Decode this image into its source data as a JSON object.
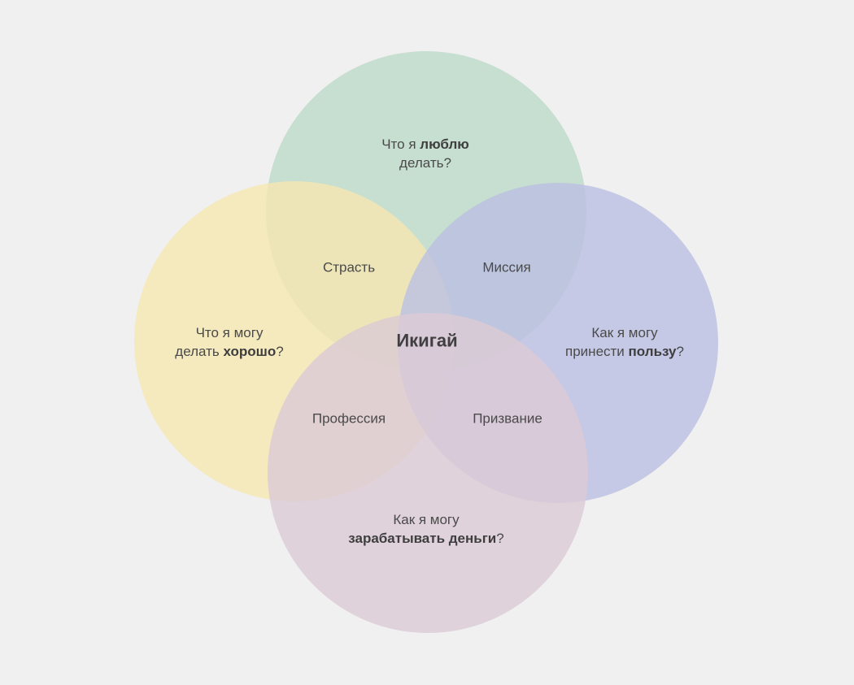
{
  "circles": {
    "love": {
      "color": "#bcdbc8"
    },
    "good": {
      "color": "#f5e7b2"
    },
    "world": {
      "color": "#bcc0e2"
    },
    "paid": {
      "color": "#dccbd5"
    }
  },
  "labels": {
    "love": {
      "pre": "Что я ",
      "bold": "люблю",
      "line2": "делать?"
    },
    "good": {
      "line1": "Что я могу",
      "pre": "делать ",
      "bold": "хорошо",
      "post": "?"
    },
    "world": {
      "line1": "Как я могу",
      "pre": "принести ",
      "bold": "пользу",
      "post": "?"
    },
    "paid": {
      "line1": "Как я могу",
      "bold": "зарабатывать деньги",
      "post": "?"
    }
  },
  "intersections": {
    "passion": "Страсть",
    "mission": "Миссия",
    "profession": "Профессия",
    "vocation": "Призвание"
  },
  "center": "Икигай"
}
